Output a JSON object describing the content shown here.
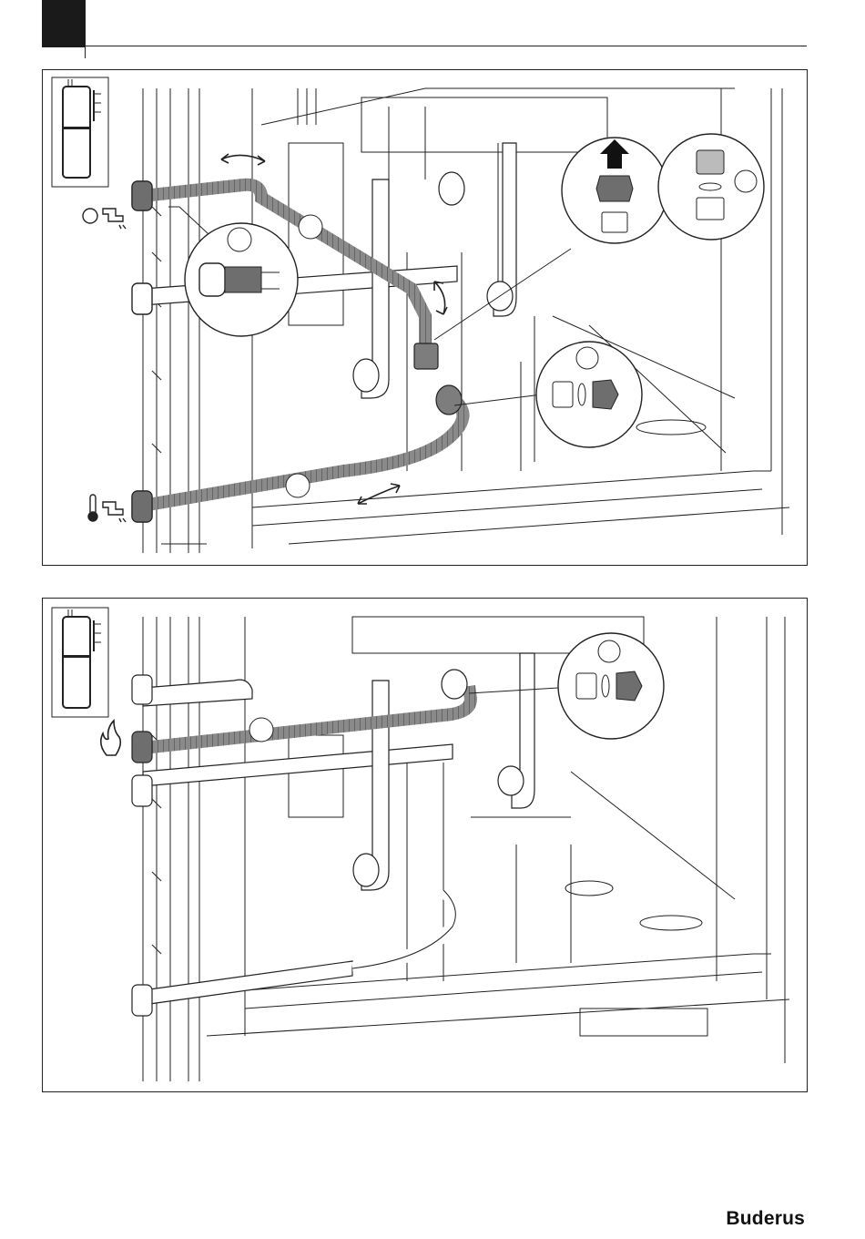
{
  "page": {
    "brand": "Buderus"
  },
  "figures": [
    {
      "id": "fig1",
      "callouts": [
        "",
        "",
        "",
        "",
        "",
        ""
      ],
      "icons": [
        "boiler-unit-icon",
        "circulation-pump-tap-icon",
        "hot-water-tap-icon",
        "curved-arrow-icon",
        "up-arrow-icon"
      ]
    },
    {
      "id": "fig2",
      "callouts": [
        "",
        ""
      ],
      "icons": [
        "boiler-unit-icon",
        "gas-flame-icon"
      ]
    }
  ]
}
